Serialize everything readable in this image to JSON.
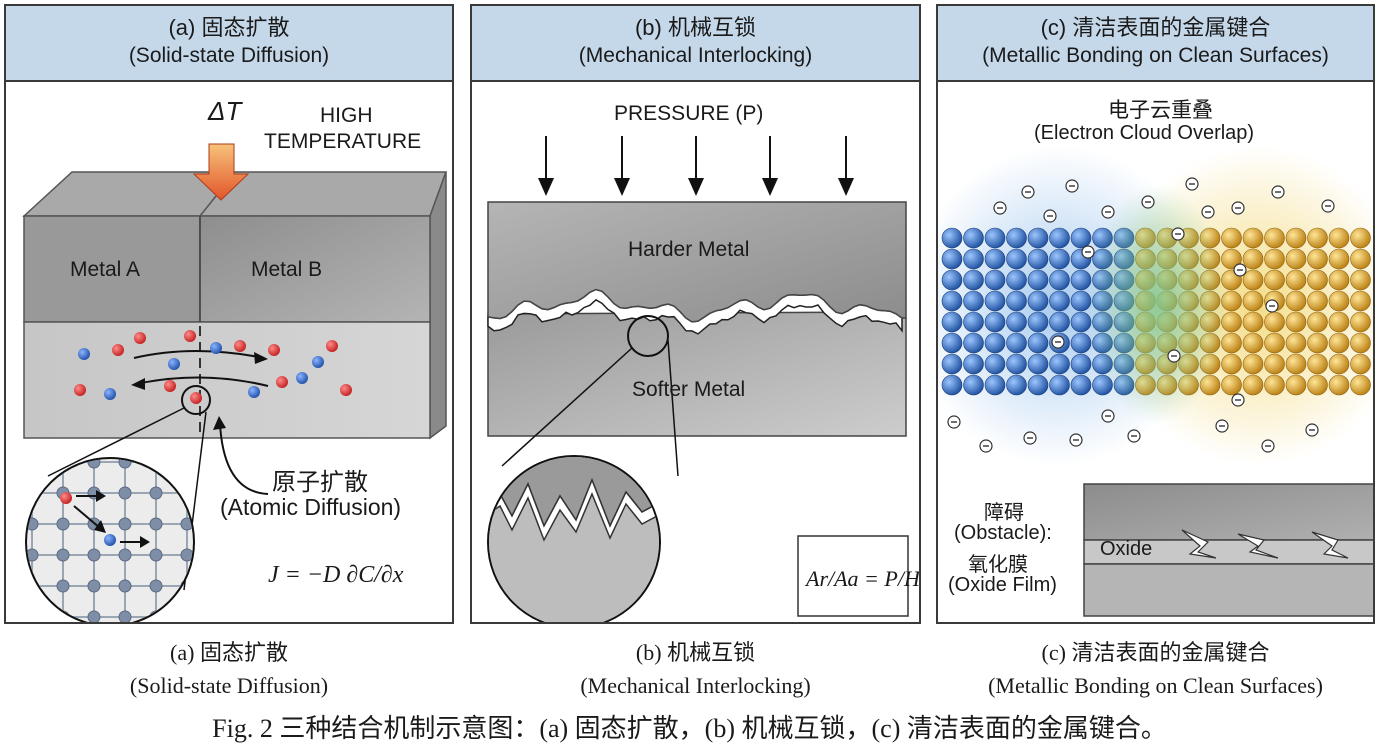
{
  "panel_a": {
    "title_zh": "(a) 固态扩散",
    "title_en": "(Solid-state Diffusion)",
    "delta_t": "ΔT",
    "high_temp_1": "HIGH",
    "high_temp_2": "TEMPERATURE",
    "metal_a": "Metal A",
    "metal_b": "Metal B",
    "atomic_zh": "原子扩散",
    "atomic_en": "(Atomic Diffusion)",
    "equation": "J = −D ∂C/∂x",
    "atom_colors": {
      "red": "#d92b2b",
      "blue": "#2a62c0"
    }
  },
  "panel_b": {
    "title_zh": "(b) 机械互锁",
    "title_en": "(Mechanical Interlocking)",
    "pressure": "PRESSURE (P)",
    "harder": "Harder Metal",
    "softer": "Softer Metal",
    "equation": "Ar/Aa = P/H"
  },
  "panel_c": {
    "title_zh": "(c) 清洁表面的金属键合",
    "title_en": "(Metallic Bonding on Clean Surfaces)",
    "cloud_zh": "电子云重叠",
    "cloud_en": "(Electron Cloud Overlap)",
    "obstacle_zh": "障碍",
    "obstacle_en": "(Obstacle):",
    "film_zh": "氧化膜",
    "film_en": "(Oxide Film)",
    "oxide": "Oxide",
    "electron": "⊖",
    "atom_colors": {
      "blue": "#2d6fc4",
      "gold": "#e0a626"
    }
  },
  "captions": {
    "a_zh": "(a) 固态扩散",
    "a_en": "(Solid-state Diffusion)",
    "b_zh": "(b) 机械互锁",
    "b_en": "(Mechanical Interlocking)",
    "c_zh": "(c) 清洁表面的金属键合",
    "c_en": "(Metallic Bonding on Clean Surfaces)"
  },
  "figure_caption": "Fig. 2  三种结合机制示意图：(a) 固态扩散，(b) 机械互锁，(c) 清洁表面的金属键合。"
}
